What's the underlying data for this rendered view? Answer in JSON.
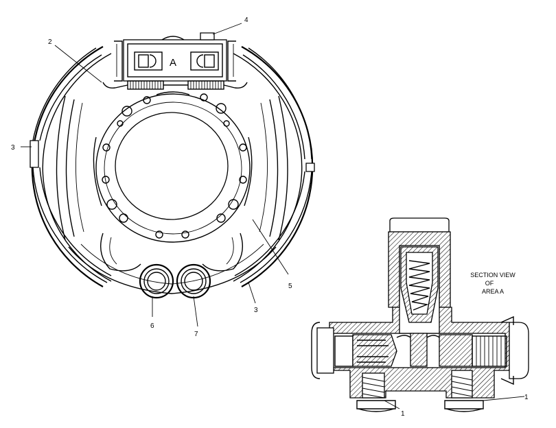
{
  "callouts": {
    "c2": "2",
    "c4": "4",
    "c3_left": "3",
    "c3_bottom": "3",
    "c5": "5",
    "c6": "6",
    "c7": "7",
    "c1_left": "1",
    "c1_right": "1"
  },
  "area_marker": "A",
  "section_caption": {
    "line1": "SECTION VIEW",
    "line2": "OF",
    "line3": "AREA  A"
  }
}
